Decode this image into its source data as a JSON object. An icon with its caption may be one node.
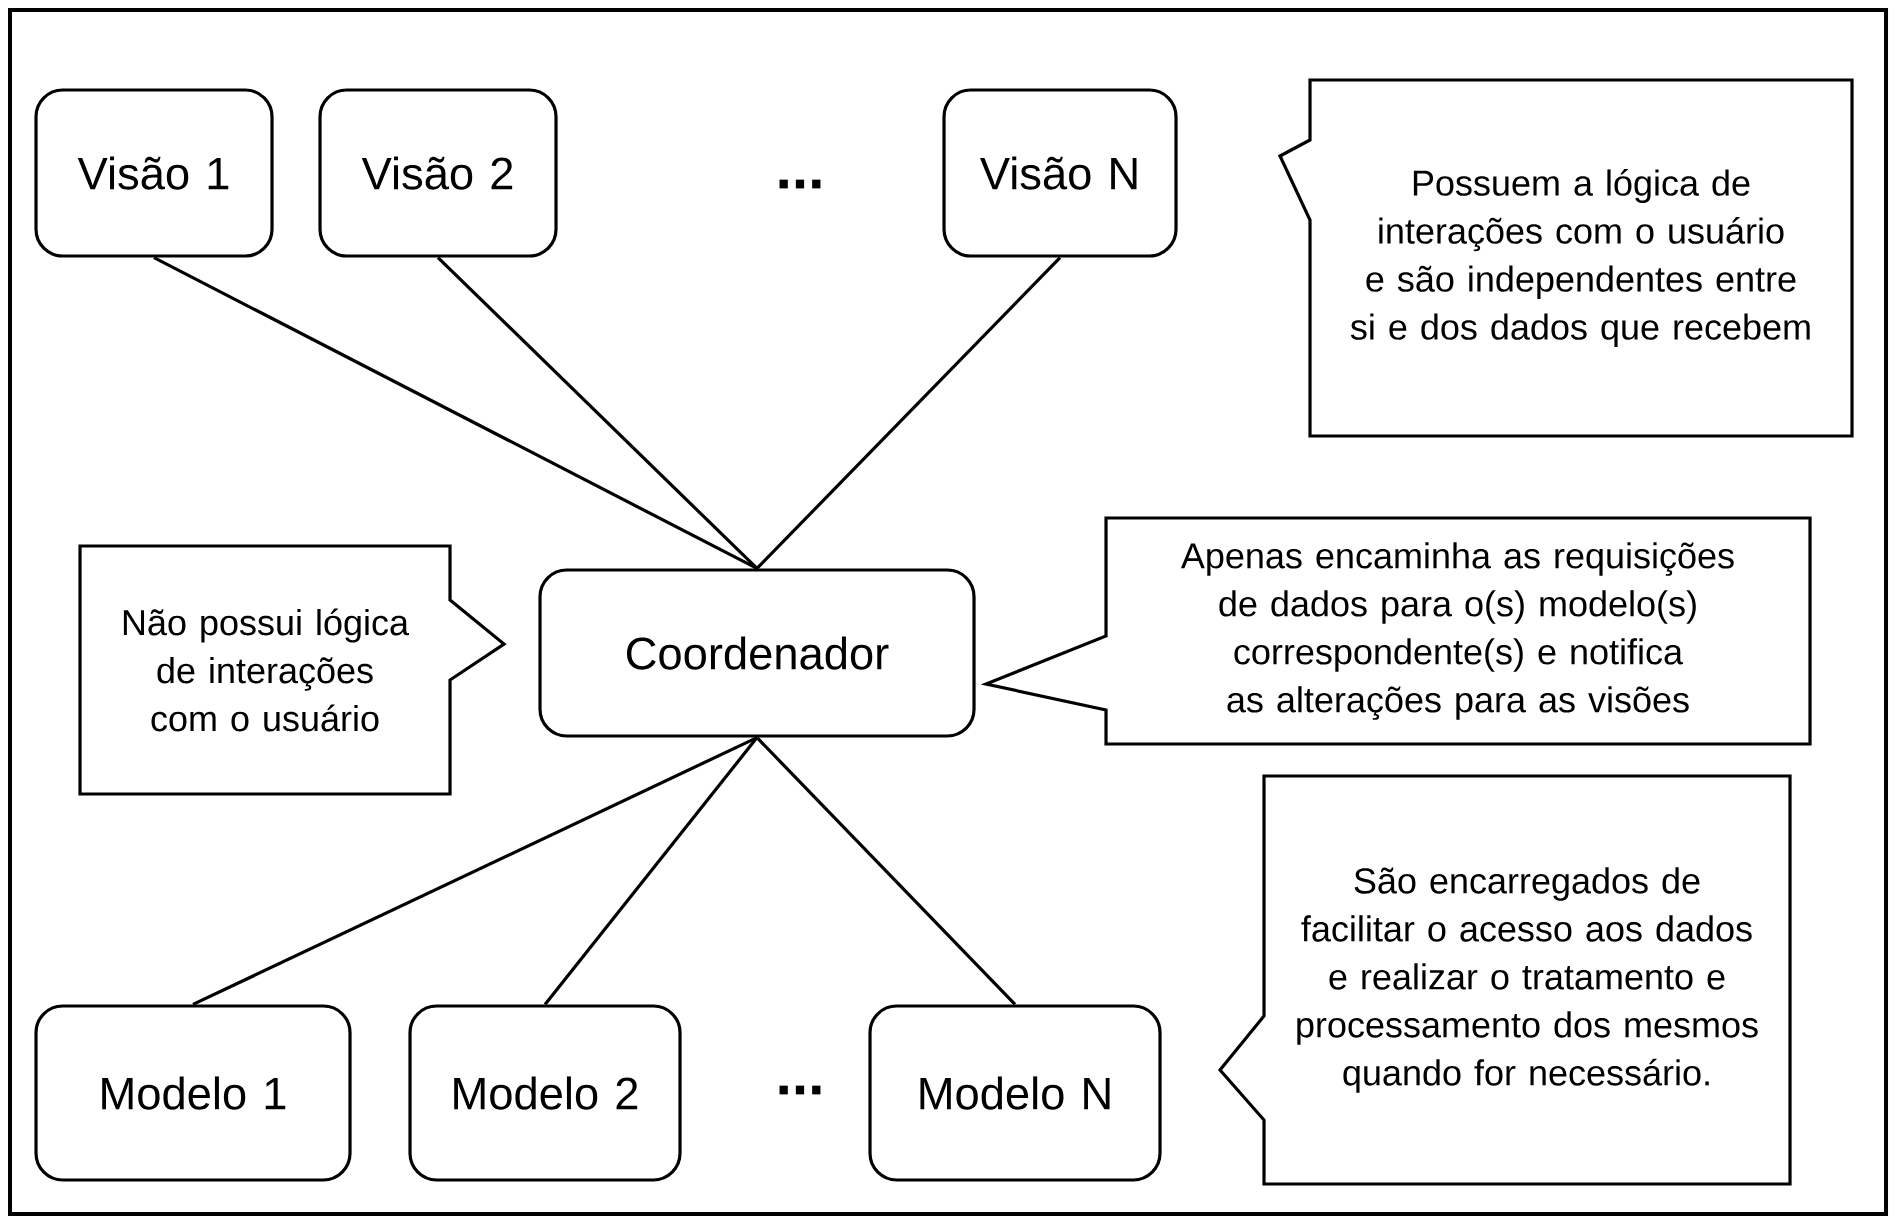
{
  "diagram": {
    "nodes": [
      {
        "text": [
          "Visão 1"
        ]
      },
      {
        "text": [
          "Visão 2"
        ]
      },
      {
        "text": [
          "Visão N"
        ]
      },
      {
        "text": [
          "Possuem a lógica de interações com o usuário e são independentes entre si e dos dados que recebem"
        ]
      },
      {
        "text": [
          "Não possui lógica de interações com o usuário"
        ]
      },
      {
        "text": [
          "Coordenador"
        ]
      },
      {
        "text": [
          "Apenas encaminha as requisições de dados para o(s) modelo(s) correspondente(s) e notifica as alterações para as visões"
        ]
      },
      {
        "text": [
          "São encarregados de facilitar o acesso aos dados e realizar o tratamento e processamento dos mesmos quando for necessário."
        ]
      },
      {
        "text": [
          "Modelo 1"
        ]
      },
      {
        "text": [
          "Modelo 2"
        ]
      },
      {
        "text": [
          "Modelo N"
        ]
      }
    ],
    "edges": [
      {
        "from": 5,
        "to": 0,
        "arrow": "none"
      },
      {
        "from": 5,
        "to": 1,
        "arrow": "none"
      },
      {
        "from": 5,
        "to": 2,
        "arrow": "none"
      },
      {
        "from": 5,
        "to": 8,
        "arrow": "none"
      },
      {
        "from": 5,
        "to": 9,
        "arrow": "none"
      },
      {
        "from": 5,
        "to": 10,
        "arrow": "none"
      }
    ],
    "labels": [
      "...",
      "..."
    ]
  }
}
